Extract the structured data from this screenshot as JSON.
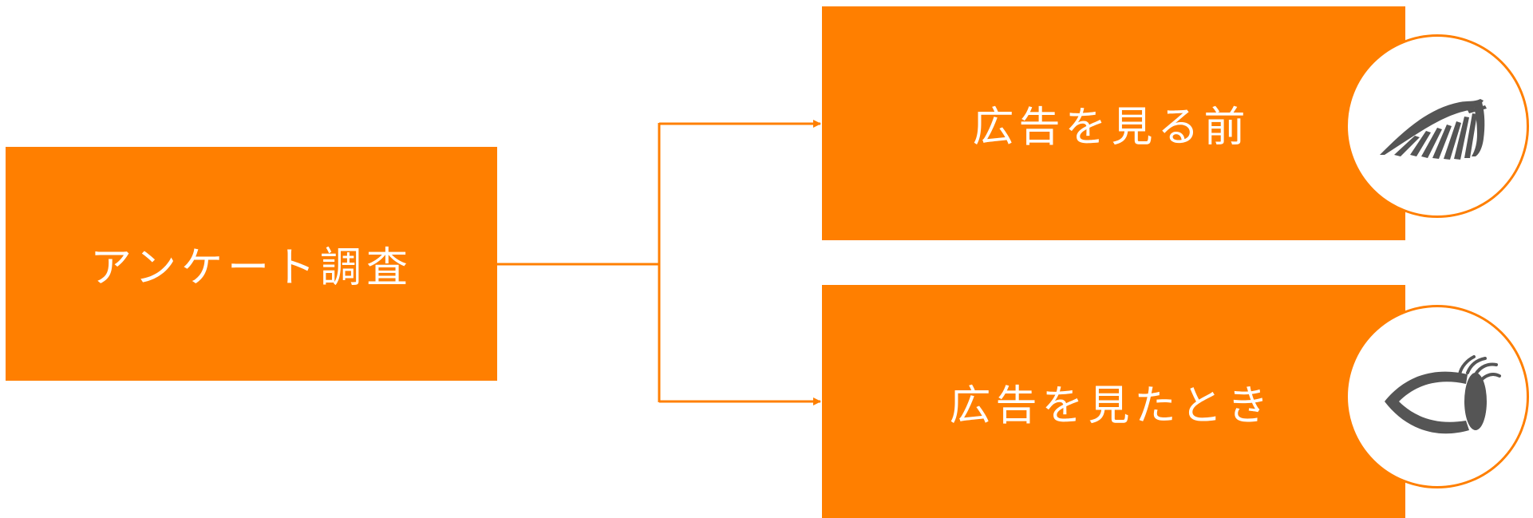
{
  "colors": {
    "accent": "#ff7f00",
    "icon": "#555555",
    "background": "#ffffff"
  },
  "diagram": {
    "source": {
      "label": "アンケート調査"
    },
    "targets": [
      {
        "label": "広告を見る前",
        "icon": "closed-eye-icon"
      },
      {
        "label": "広告を見たとき",
        "icon": "open-eye-icon"
      }
    ]
  }
}
